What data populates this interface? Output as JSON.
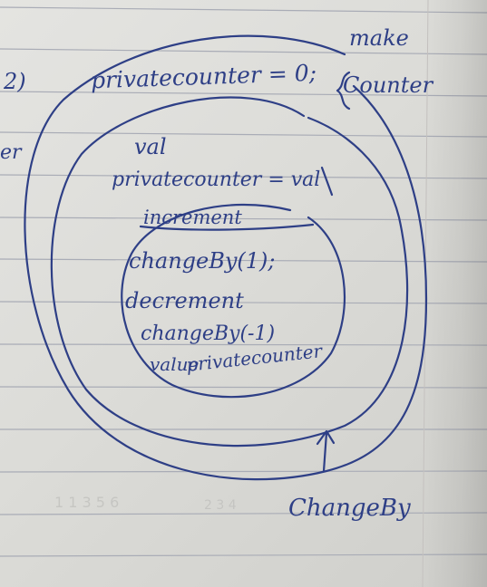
{
  "notes": {
    "heading_number": "2)",
    "margin_fragment": "er",
    "make_counter": {
      "line1": "make",
      "line2": "Counter",
      "statement": "privatecounter = 0;"
    },
    "closure": {
      "param": "val",
      "assignment": "privatecounter = val"
    },
    "methods": [
      {
        "name": "increment",
        "body": "changeBy(1);"
      },
      {
        "name": "decrement",
        "body": "changeBy(-1)"
      },
      {
        "name": "value",
        "body": "privatecounter"
      }
    ],
    "pointer_label": "ChangeBy"
  },
  "colors": {
    "ink": "#2e3f86",
    "paper": "#dedede",
    "rule": "#a9acb6"
  }
}
